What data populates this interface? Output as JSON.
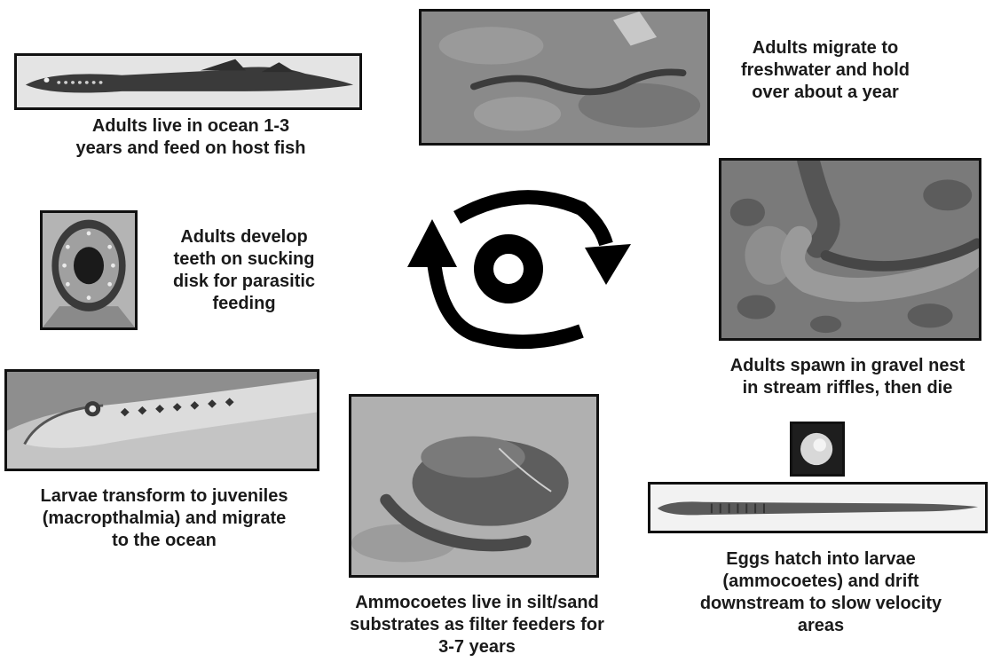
{
  "stages": [
    {
      "id": "ocean-adult",
      "caption": "Adults live in ocean 1-3\nyears and feed on host fish"
    },
    {
      "id": "freshwater-migration",
      "caption": "Adults migrate to\nfreshwater and hold\nover about a year"
    },
    {
      "id": "spawning",
      "caption": "Adults spawn in gravel nest\nin stream riffles, then die"
    },
    {
      "id": "egg-hatch",
      "caption": "Eggs hatch into larvae\n(ammocoetes) and drift\ndownstream to slow velocity\nareas"
    },
    {
      "id": "ammocoete",
      "caption": "Ammocoetes live in silt/sand\nsubstrates as filter feeders for\n3-7 years"
    },
    {
      "id": "transformation",
      "caption": "Larvae transform to juveniles\n(macropthalmia) and migrate\nto the ocean"
    },
    {
      "id": "teeth",
      "caption": "Adults develop\nteeth on sucking\ndisk for parasitic\nfeeding"
    }
  ],
  "cycle_icon": "circular-arrows-icon"
}
